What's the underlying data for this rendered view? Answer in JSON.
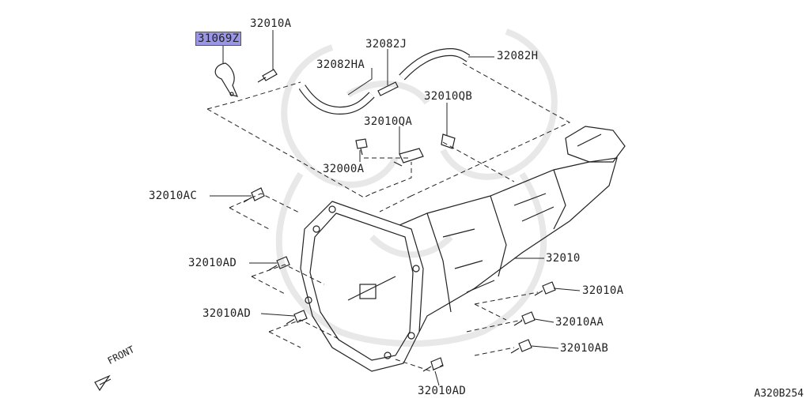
{
  "diagram": {
    "highlight_color": "#9a96e6",
    "line_color": "#222222",
    "watermark_color": "#e6e6e6",
    "reference_code": "A320B254",
    "front_label": "FRONT",
    "callouts": {
      "p31069z": "31069Z",
      "p32010a_top": "32010A",
      "p32082ha": "32082HA",
      "p32082j": "32082J",
      "p32082h": "32082H",
      "p32010qb": "32010QB",
      "p32010qa": "32010QA",
      "p32000a": "32000A",
      "p32010ac": "32010AC",
      "p32010ad_1": "32010AD",
      "p32010ad_2": "32010AD",
      "p32010ad_3": "32010AD",
      "p32010": "32010",
      "p32010a_right": "32010A",
      "p32010aa": "32010AA",
      "p32010ab": "32010AB"
    }
  }
}
